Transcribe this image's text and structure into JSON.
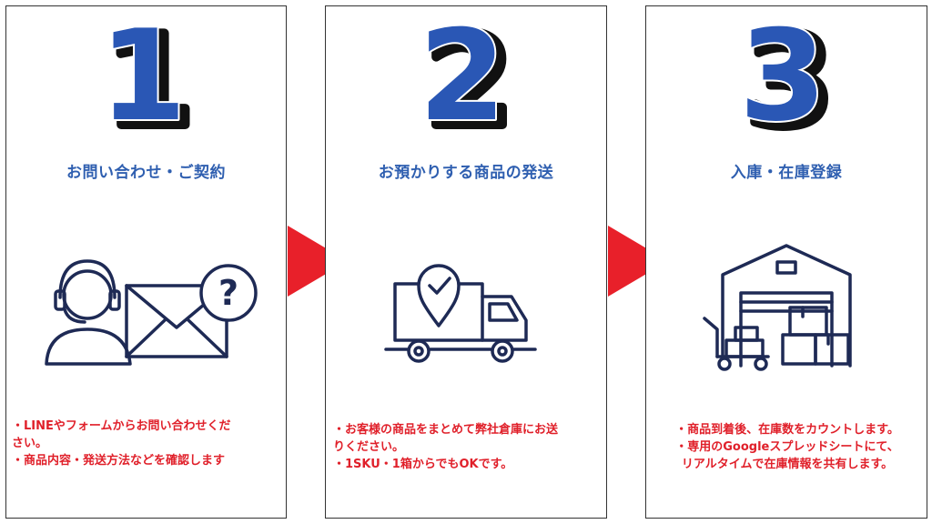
{
  "steps": [
    {
      "number": "1",
      "title": "お問い合わせ・ご契約",
      "icon": "support-envelope-question-icon",
      "lines": [
        "・LINEやフォームからお問い合わせくだ",
        "さい。",
        "・商品内容・発送方法などを確認します"
      ]
    },
    {
      "number": "2",
      "title": "お預かりする商品の発送",
      "icon": "delivery-truck-icon",
      "lines": [
        "・お客様の商品をまとめて弊社倉庫にお送",
        "りください。",
        "・1SKU・1箱からでもOKです。"
      ]
    },
    {
      "number": "3",
      "title": "入庫・在庫登録",
      "icon": "warehouse-icon",
      "lines": [
        "・商品到着後、在庫数をカウントします。",
        "・専用のGoogleスプレッドシートにて、",
        "リアルタイムで在庫情報を共有します。"
      ]
    }
  ],
  "colors": {
    "number_fill": "#2a57b5",
    "title": "#2f5fb0",
    "desc": "#e0202a",
    "arrow": "#e8202a",
    "icon_stroke": "#1e2a55"
  }
}
